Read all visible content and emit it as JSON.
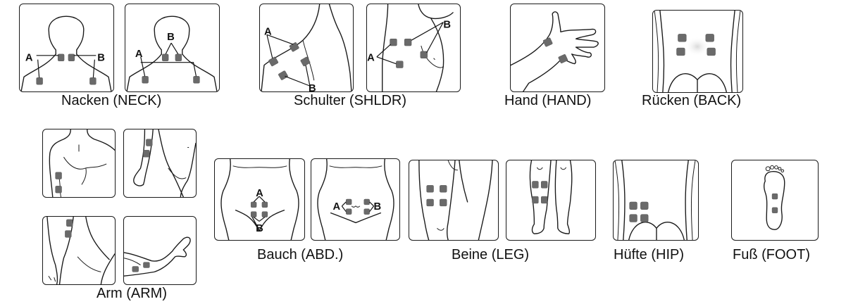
{
  "captions": {
    "neck": "Nacken (NECK)",
    "shoulder": "Schulter (SHLDR)",
    "hand": "Hand (HAND)",
    "back": "Rücken (BACK)",
    "arm": "Arm (ARM)",
    "abdomen": "Bauch (ABD.)",
    "leg": "Beine (LEG)",
    "hip": "Hüfte (HIP)",
    "foot": "Fuß (FOOT)"
  },
  "markers": {
    "a": "A",
    "b": "B"
  },
  "colors": {
    "pad": "#6a6a6a",
    "outline": "#1a1a1a"
  }
}
